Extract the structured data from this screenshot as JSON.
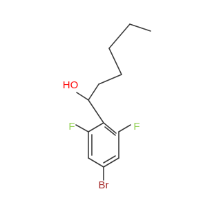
{
  "molecule": {
    "atoms": {
      "hydroxyl": "HO",
      "fluorine_left": "F",
      "fluorine_right": "F",
      "bromine": "Br"
    },
    "colors": {
      "bond": "#3b3b3b",
      "oxygen": "#ff0d0d",
      "fluorine": "#8fcf4f",
      "bromine": "#a52a2a"
    }
  }
}
